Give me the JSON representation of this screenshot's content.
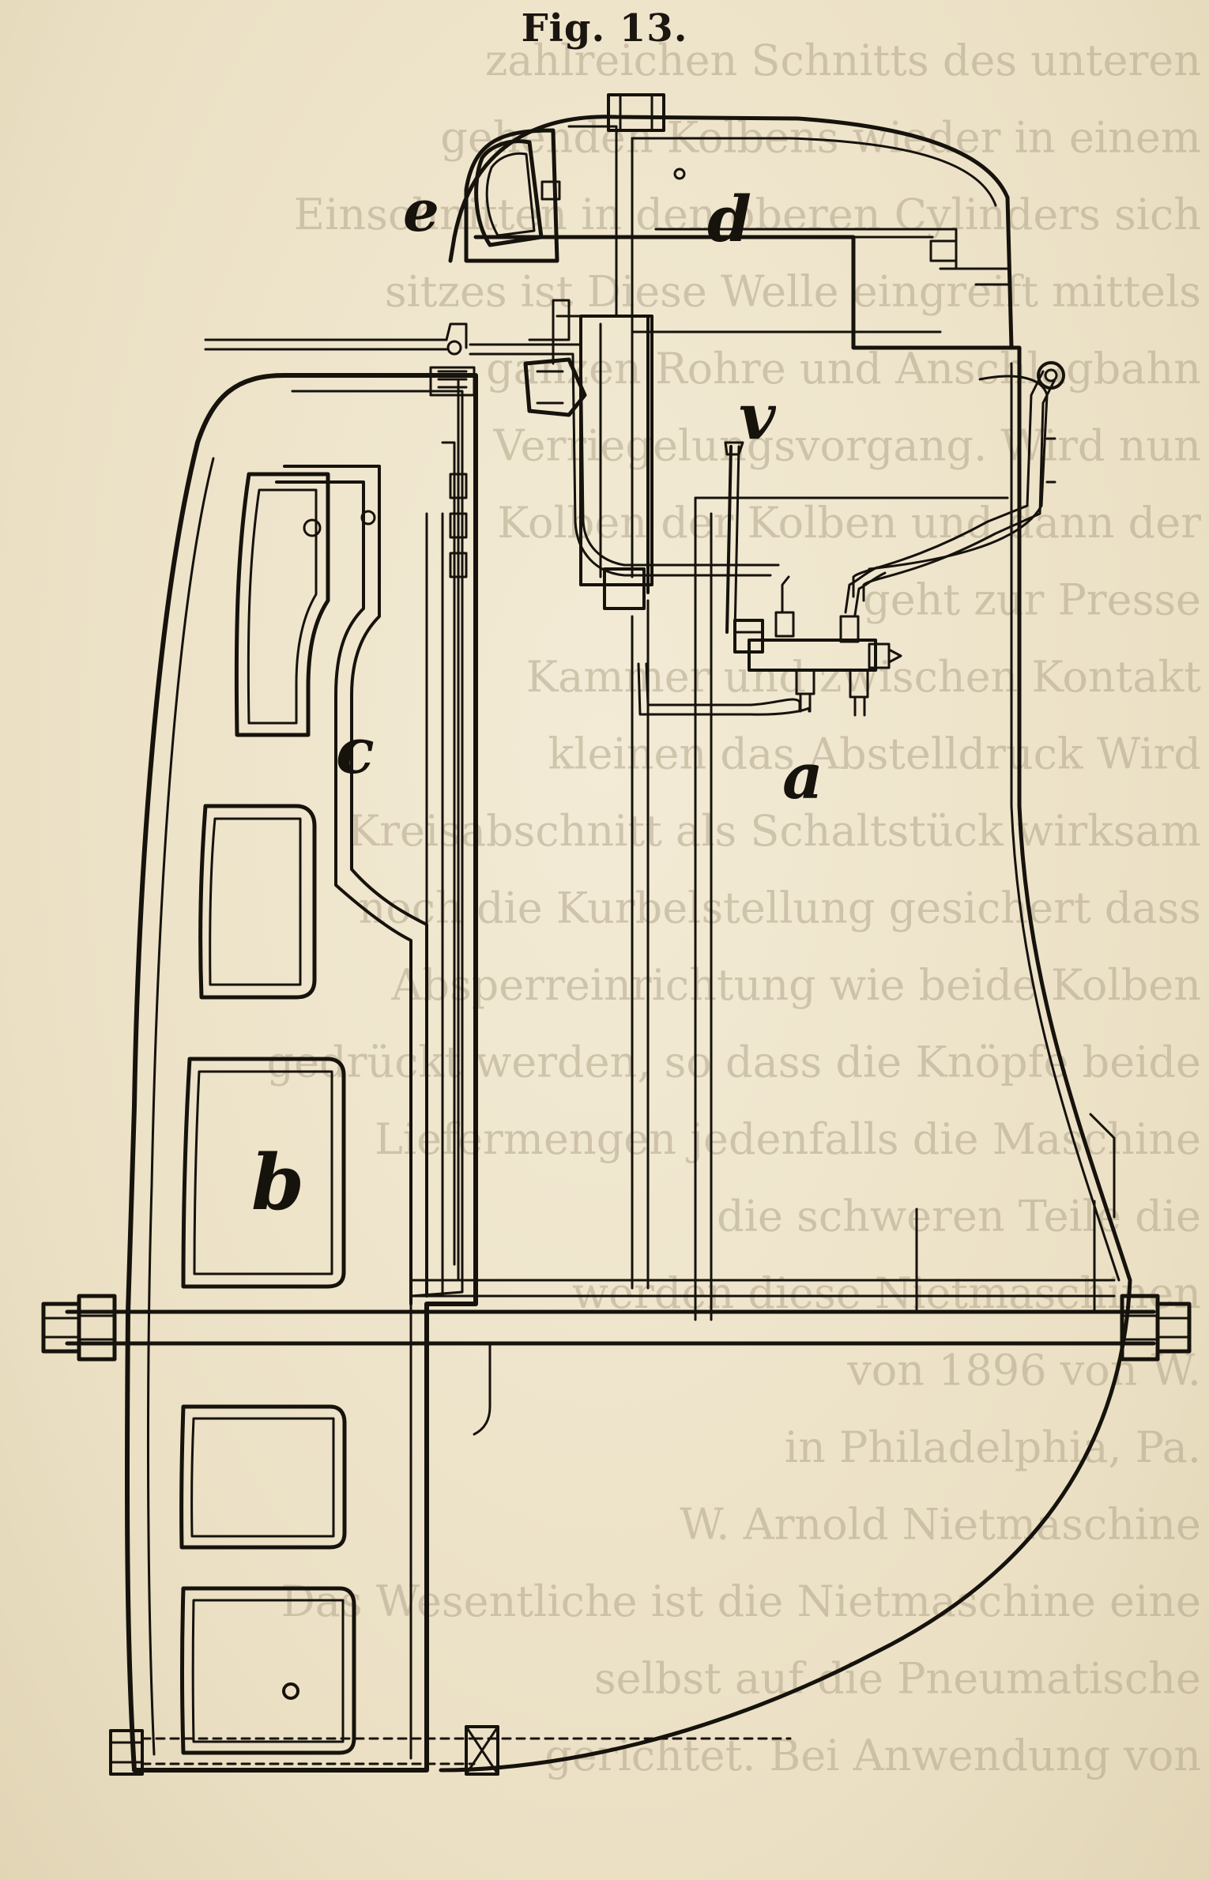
{
  "caption": "Fig. 13.",
  "labels": {
    "e": "e",
    "d": "d",
    "v": "v",
    "c": "c",
    "a": "a",
    "b": "b"
  },
  "colors": {
    "paper": "#efe6cf",
    "ink": "#16120c",
    "bleed_text": "#b3a78c"
  },
  "bleed_through_lines": [
    "zahlreichen Schnitts des unteren",
    "gehenden Kolbens wieder in einem",
    "Einschnitten in den oberen Cylinders sich",
    "sitzes ist Diese Welle eingreift mittels",
    "ganzen Rohre und Anschlagbahn",
    "Verriegelungsvorgang. Wird nun",
    "Kolben der Kolben und dann der",
    "geht zur Presse",
    "Kammer und zwischen Kontakt",
    "kleinen das Abstelldruck Wird",
    "Kreisabschnitt als Schaltstück wirksam",
    "noch die Kurbelstellung gesichert dass",
    "Absperreinrichtung wie beide Kolben",
    "gedrückt werden, so dass die Knöpfe beide",
    "Liefermengen jedenfalls die Maschine",
    "die schweren Teile die",
    "werden diese Nietmaschinen",
    "von 1896 von W.",
    "in Philadelphia, Pa.",
    "W. Arnold Nietmaschine",
    "Das Wesentliche ist die Nietmaschine eine",
    "selbst auf die Pneumatische",
    "gerichtet. Bei Anwendung von"
  ]
}
